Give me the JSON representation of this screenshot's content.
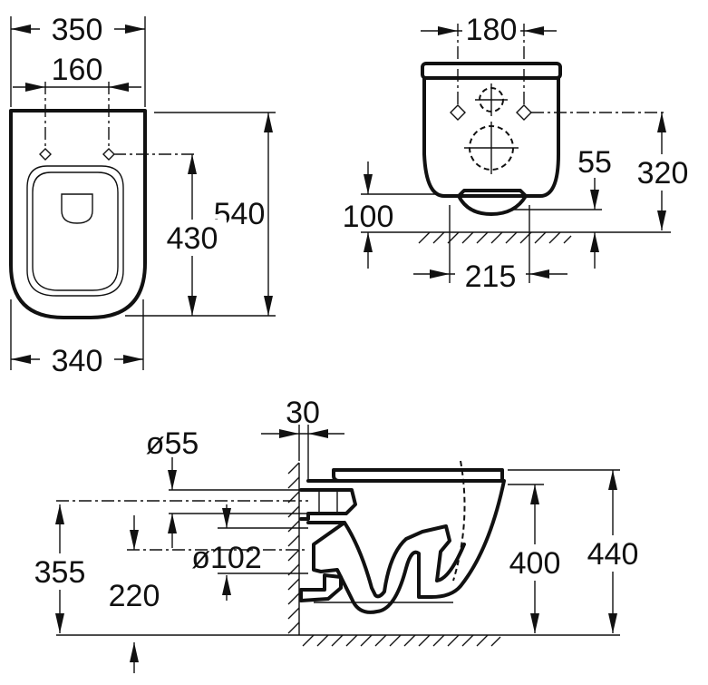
{
  "top_view": {
    "width_outer": "350",
    "hole_spacing": "160",
    "length_outer": "540",
    "hole_to_front": "430",
    "width_bottom": "340"
  },
  "rear_view": {
    "hole_spacing": "180",
    "hole_height": "320",
    "outlet_offset": "55",
    "outlet_height": "100",
    "depth": "215"
  },
  "side_view": {
    "wall_gap": "30",
    "inlet_diameter": "ø55",
    "outlet_diameter": "ø102",
    "inlet_height": "355",
    "outlet_height": "220",
    "bowl_height": "400",
    "total_height": "440"
  }
}
